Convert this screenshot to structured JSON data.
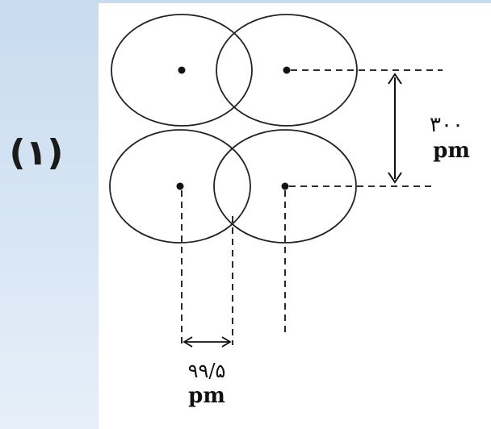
{
  "slide": {
    "figure_number": "(۱)"
  },
  "diagram": {
    "vertical_spacing": {
      "value": "۳۰۰",
      "unit": "pm"
    },
    "horizontal_overlap": {
      "value": "۹۹/۵",
      "unit": "pm"
    }
  }
}
